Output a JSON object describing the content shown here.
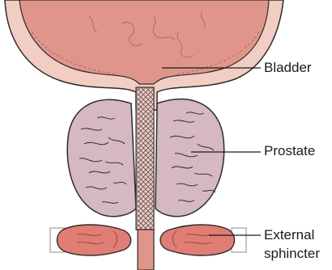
{
  "labels": {
    "bladder": "Bladder",
    "prostate": "Prostate",
    "external_sphincter_line1": "External",
    "external_sphincter_line2": "sphincter"
  },
  "colors": {
    "bladder_fill": "#e0958a",
    "bladder_wall": "#f2cdc4",
    "outline": "#2b2b2b",
    "prostate_fill": "#d5b8c4",
    "urethra_fill": "#f4c9c0",
    "sphincter_fill": "#e07d75"
  }
}
